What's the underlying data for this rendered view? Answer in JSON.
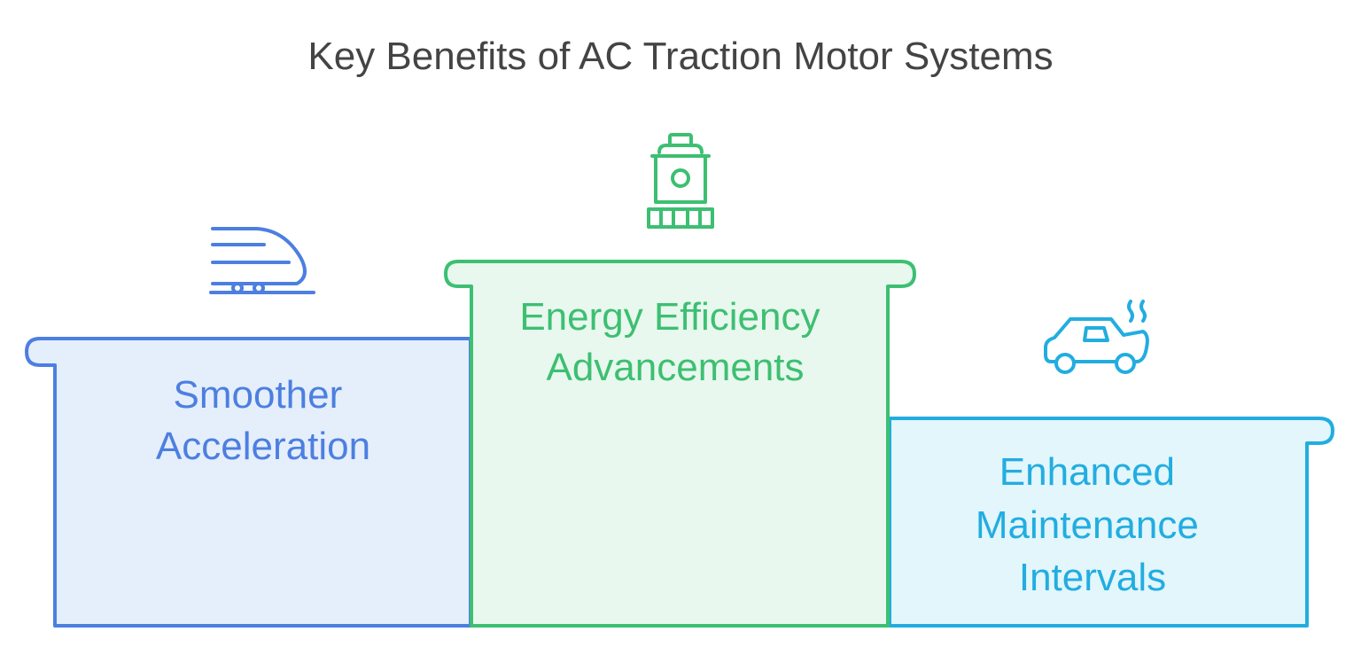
{
  "title": "Key Benefits of AC Traction Motor Systems",
  "podiums": [
    {
      "id": "smoother-acceleration",
      "lines": [
        "Smoother",
        "Acceleration"
      ],
      "icon": "high-speed-train-icon",
      "stroke": "#4C7FE0",
      "fill": "#E5EEFB",
      "text_color": "#4C7FE0"
    },
    {
      "id": "energy-efficiency",
      "lines": [
        "Energy Efficiency",
        "Advancements"
      ],
      "icon": "steam-locomotive-icon",
      "stroke": "#3DBF72",
      "fill": "#E8F8EE",
      "text_color": "#3DBF72"
    },
    {
      "id": "enhanced-maintenance",
      "lines": [
        "Enhanced",
        "Maintenance",
        "Intervals"
      ],
      "icon": "car-engine-smoke-icon",
      "stroke": "#22ADE0",
      "fill": "#E2F6FC",
      "text_color": "#22ADE0"
    }
  ]
}
